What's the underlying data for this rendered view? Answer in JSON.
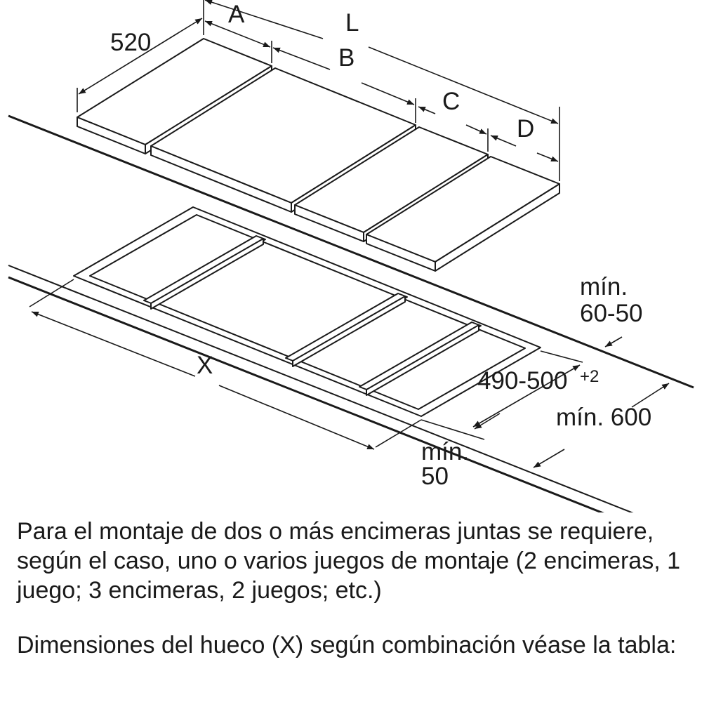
{
  "labels": {
    "depth": "520",
    "a": "A",
    "l": "L",
    "b": "B",
    "c": "C",
    "d": "D",
    "x": "X",
    "min_6050_line1": "mín.",
    "min_6050_line2": "60-50",
    "cutout_depth": "490-500",
    "cutout_tol": "+2",
    "min_600": "mín. 600",
    "min_50_line1": "mín.",
    "min_50_line2": "50"
  },
  "caption": {
    "paragraph1": "Para el montaje de dos o más encimeras juntas se requiere, según el caso, uno o varios juegos de montaje (2 encimeras, 1 juego; 3 encimeras, 2 juegos; etc.)",
    "paragraph2": "Dimensiones del hueco (X) según combinación véase la tabla:"
  },
  "colors": {
    "ink": "#1a1a1a",
    "background": "#ffffff"
  }
}
